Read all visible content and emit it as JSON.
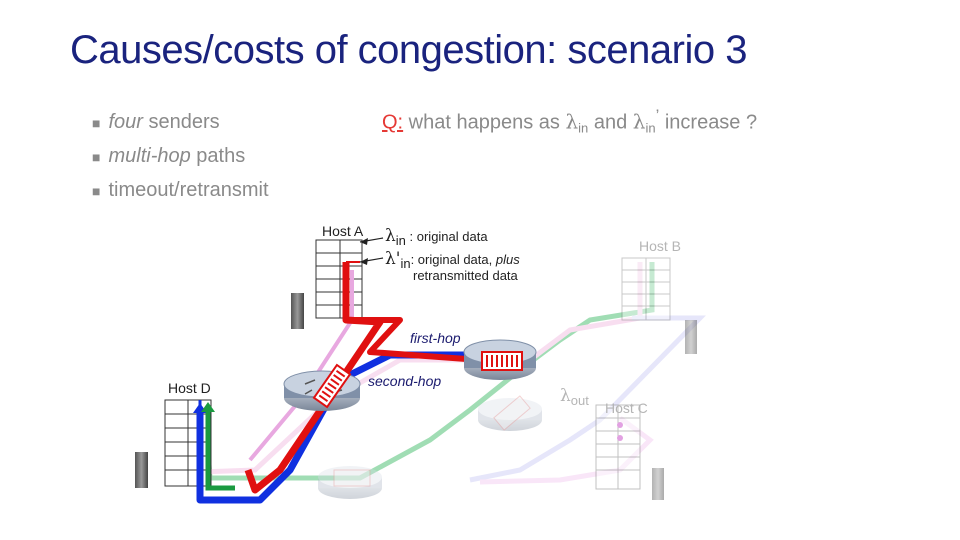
{
  "title": "Causes/costs of congestion: scenario 3",
  "bullets": [
    {
      "em": "four",
      "rest": " senders"
    },
    {
      "em": "multi-hop",
      "rest": " paths"
    },
    {
      "em": "",
      "rest": "timeout/retransmit"
    }
  ],
  "question": {
    "q": "Q:",
    "text1": " what happens as ",
    "lambda": "λ",
    "sub1": "in",
    "and": " and ",
    "sub2": "in",
    "prime": "’",
    "text2": " increase ?"
  },
  "hosts": {
    "a": "Host A",
    "b": "Host B",
    "c": "Host C",
    "d": "Host D"
  },
  "legend": {
    "line1_symbol": "λ",
    "line1_sub": "in",
    "line1_text": " : original data",
    "line2_symbol": "λ'",
    "line2_sub": "in",
    "line2_text_a": ": original data, ",
    "line2_text_plus": "plus",
    "line2_text_b": "retransmitted data"
  },
  "hop_labels": {
    "first": "first-hop",
    "second": "second-hop"
  },
  "lambda_out": {
    "symbol": "λ",
    "sub": "out"
  },
  "colors": {
    "title": "#1a237e",
    "red_flow": "#e01010",
    "blue_flow": "#1030e0",
    "green_flow": "#1a9a40",
    "pink_flow": "#e8a8d8",
    "faded_text": "#8a8a8a"
  }
}
